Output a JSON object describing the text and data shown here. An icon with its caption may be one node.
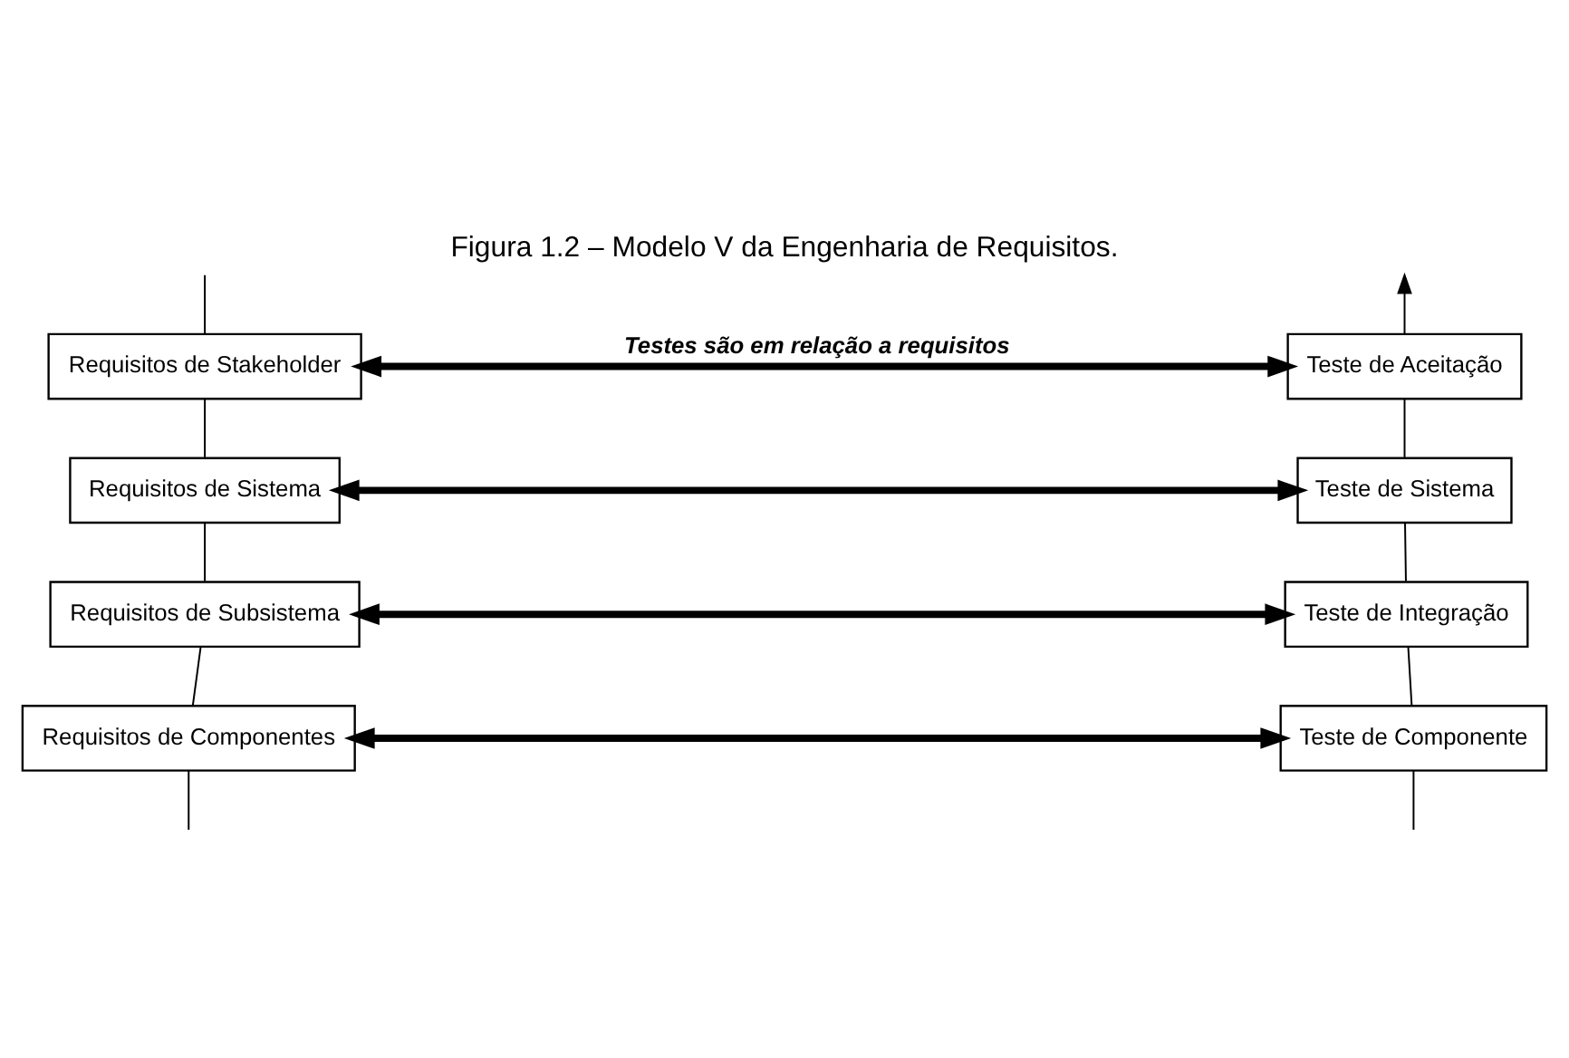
{
  "diagram": {
    "title": "Figura 1.2 – Modelo V da Engenharia de Requisitos.",
    "nodes": [
      {
        "text": [
          "Requisitos de Stakeholder"
        ]
      },
      {
        "text": [
          "Requisitos de Sistema"
        ]
      },
      {
        "text": [
          "Requisitos de Subsistema"
        ]
      },
      {
        "text": [
          "Requisitos de Componentes"
        ]
      },
      {
        "text": [
          "Teste de Aceitação"
        ]
      },
      {
        "text": [
          "Teste de Sistema"
        ]
      },
      {
        "text": [
          "Teste de Integração"
        ]
      },
      {
        "text": [
          "Teste de Componente"
        ]
      }
    ],
    "edges": [
      {
        "from": null,
        "to": 0,
        "arrow": "none"
      },
      {
        "from": 0,
        "to": 1,
        "arrow": "none"
      },
      {
        "from": 1,
        "to": 2,
        "arrow": "none"
      },
      {
        "from": 2,
        "to": 3,
        "arrow": "none"
      },
      {
        "from": 3,
        "to": null,
        "arrow": "none"
      },
      {
        "from": null,
        "to": 7,
        "arrow": "none"
      },
      {
        "from": 7,
        "to": 6,
        "arrow": "none"
      },
      {
        "from": 6,
        "to": 5,
        "arrow": "none"
      },
      {
        "from": 5,
        "to": 4,
        "arrow": "none"
      },
      {
        "from": 4,
        "to": null,
        "arrow": "to"
      },
      {
        "from": 0,
        "to": 4,
        "arrow": "both",
        "style": "thick",
        "label": "Testes são em relação a requisitos"
      },
      {
        "from": 1,
        "to": 5,
        "arrow": "both",
        "style": "thick"
      },
      {
        "from": 2,
        "to": 6,
        "arrow": "both",
        "style": "thick"
      },
      {
        "from": 3,
        "to": 7,
        "arrow": "both",
        "style": "thick"
      }
    ]
  }
}
